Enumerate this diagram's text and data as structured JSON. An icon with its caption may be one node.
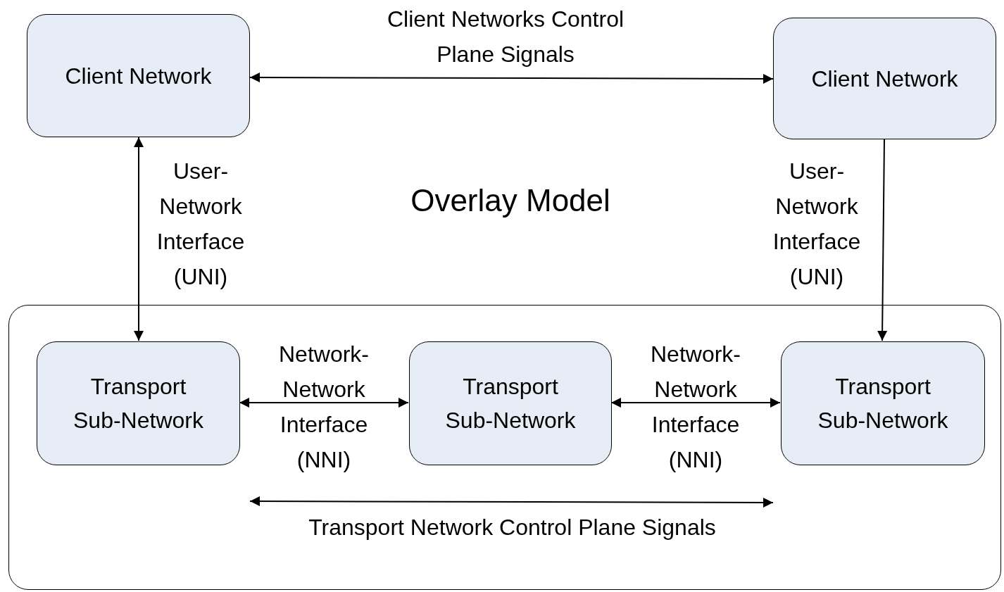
{
  "diagram": {
    "title": "Overlay Model",
    "nodes": [
      {
        "text": [
          "Client Network"
        ]
      },
      {
        "text": [
          "Client Network"
        ]
      },
      {
        "text": [
          "Transport Network Control Plane Signals"
        ]
      },
      {
        "text": [
          "Transport Sub-Network"
        ],
        "in": 2
      },
      {
        "text": [
          "Transport Sub-Network"
        ],
        "in": 2
      },
      {
        "text": [
          "Transport Sub-Network"
        ],
        "in": 2
      }
    ],
    "edges": [
      {
        "from": 0,
        "to": 1,
        "arrow": "both",
        "label": "Client Networks Control Plane Signals"
      },
      {
        "from": 0,
        "to": 3,
        "arrow": "both",
        "label": "User- Network Interface (UNI)"
      },
      {
        "from": 1,
        "to": 5,
        "arrow": "to",
        "label": "User- Network Interface (UNI)"
      },
      {
        "from": 3,
        "to": 4,
        "arrow": "both",
        "label": "Network- Network Interface (NNI)"
      },
      {
        "from": 4,
        "to": 5,
        "arrow": "both",
        "label": "Network- Network Interface (NNI)"
      }
    ]
  }
}
